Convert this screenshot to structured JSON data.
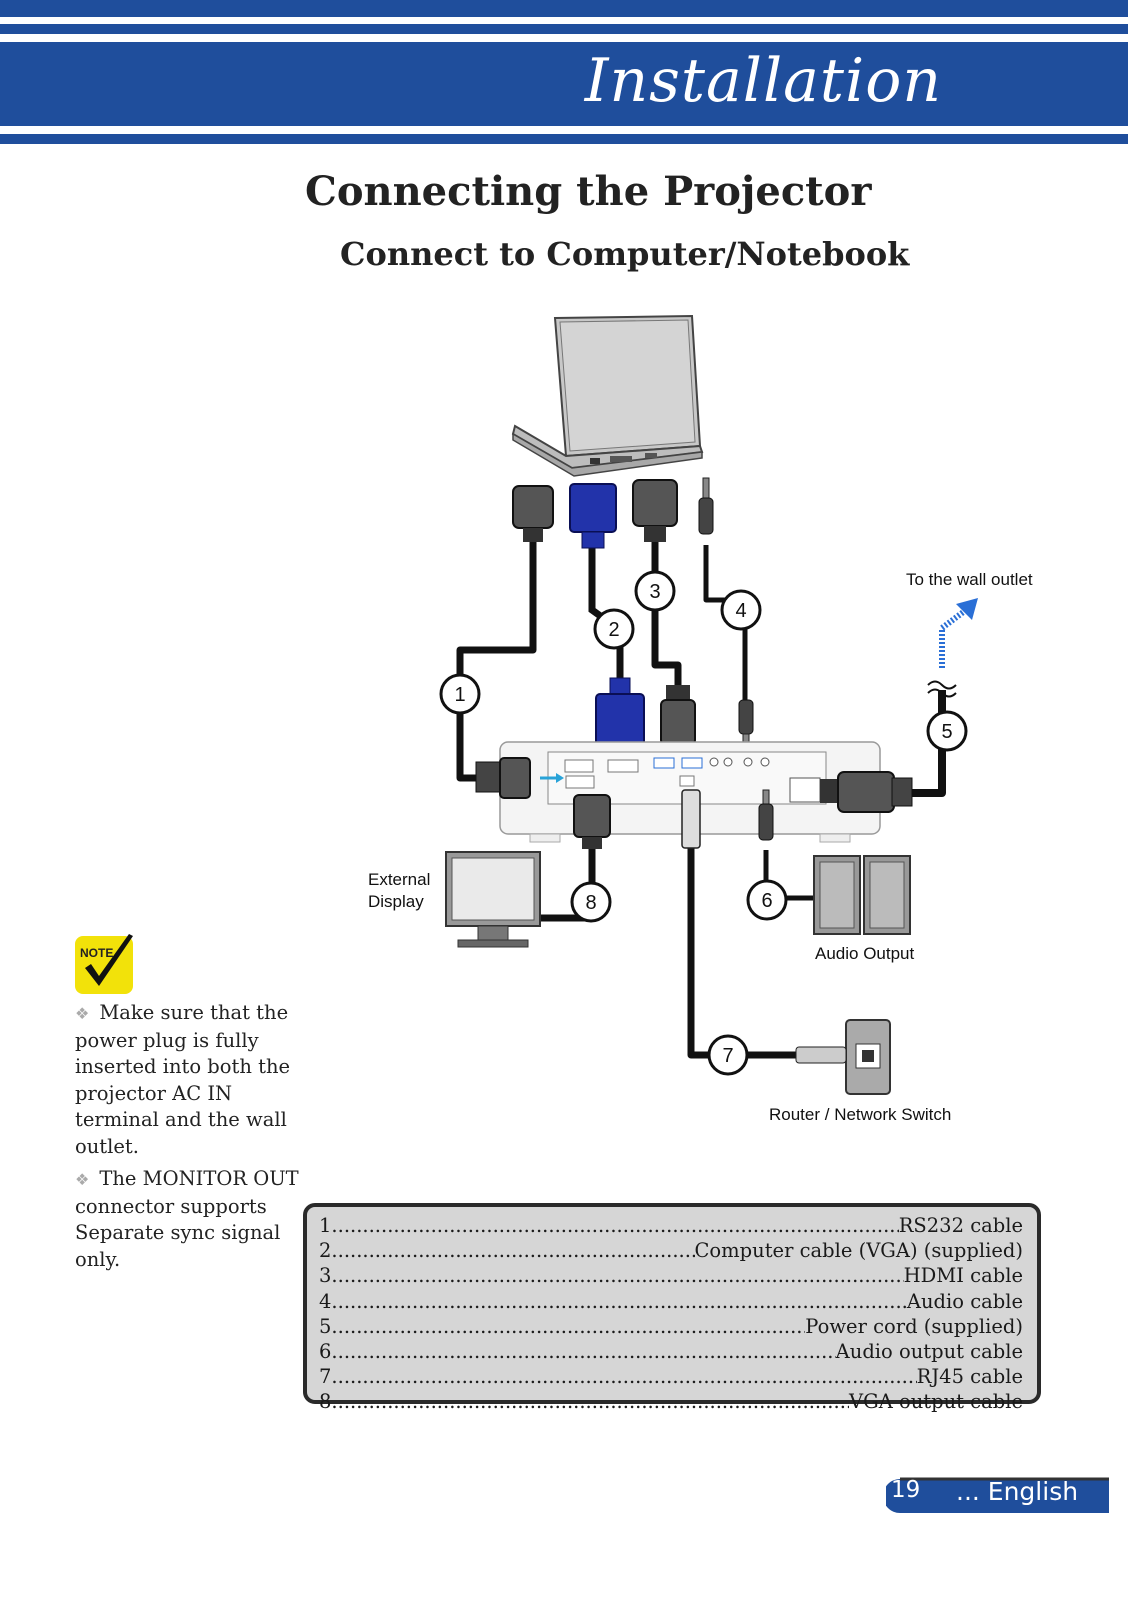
{
  "header": {
    "title": "Installation"
  },
  "section": {
    "title": "Connecting the Projector",
    "subtitle": "Connect to Computer/Notebook"
  },
  "diagram": {
    "labels": {
      "wall_outlet": "To the wall outlet",
      "external_display_1": "External",
      "external_display_2": "Display",
      "audio_output": "Audio Output",
      "router": "Router / Network Switch"
    },
    "markers": [
      "1",
      "2",
      "3",
      "4",
      "5",
      "6",
      "7",
      "8"
    ]
  },
  "note": {
    "badge": "NOTE",
    "items": [
      "Make sure that the power plug is fully inserted into both the projector AC IN terminal and the wall outlet.",
      "The MONITOR OUT connector supports Separate sync signal only."
    ]
  },
  "legend": [
    {
      "num": "1",
      "text": "RS232 cable"
    },
    {
      "num": "2",
      "text": "Computer cable (VGA) (supplied)"
    },
    {
      "num": "3",
      "text": "HDMI cable"
    },
    {
      "num": "4",
      "text": "Audio cable"
    },
    {
      "num": "5",
      "text": "Power cord (supplied)"
    },
    {
      "num": "6",
      "text": "Audio output cable"
    },
    {
      "num": "7",
      "text": "RJ45 cable"
    },
    {
      "num": "8",
      "text": "VGA output cable"
    }
  ],
  "footer": {
    "page": "19",
    "language": "... English"
  },
  "colors": {
    "brand_blue": "#1f4e9c",
    "vga_blue": "#2233aa",
    "note_yellow": "#f2e20a",
    "arrow_blue": "#2a6fd6"
  }
}
